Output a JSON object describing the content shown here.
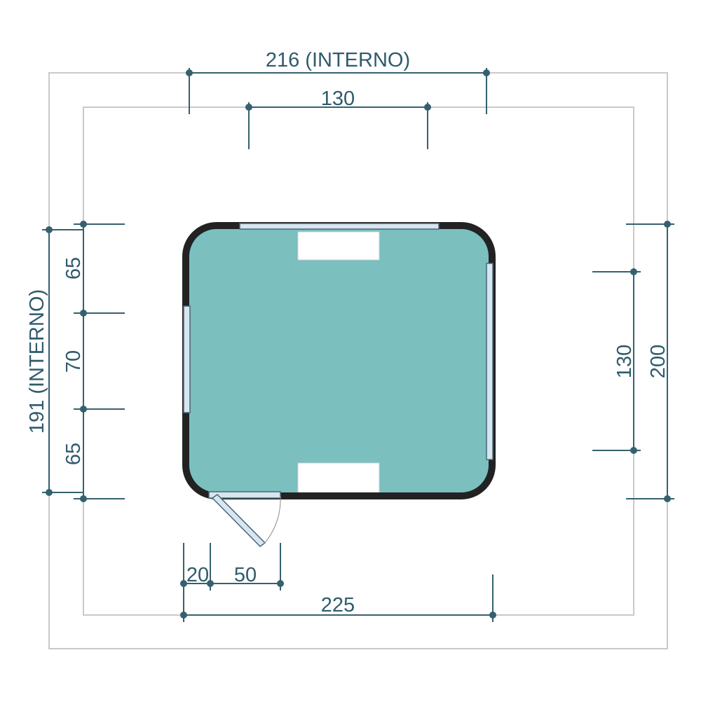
{
  "colors": {
    "floor": "#7bbfbf",
    "wall": "#222222",
    "dimension": "#36606f",
    "text": "#2f5b6b",
    "boundary": "#c9c9c9"
  },
  "dimensions": {
    "top_outer": "216 (INTERNO)",
    "top_inner": "130",
    "left_outer": "191 (INTERNO)",
    "left_top": "65",
    "left_mid": "70",
    "left_bottom": "65",
    "right_inner": "130",
    "right_outer": "200",
    "bottom_door_offset": "20",
    "bottom_door_width": "50",
    "bottom_total": "225"
  }
}
